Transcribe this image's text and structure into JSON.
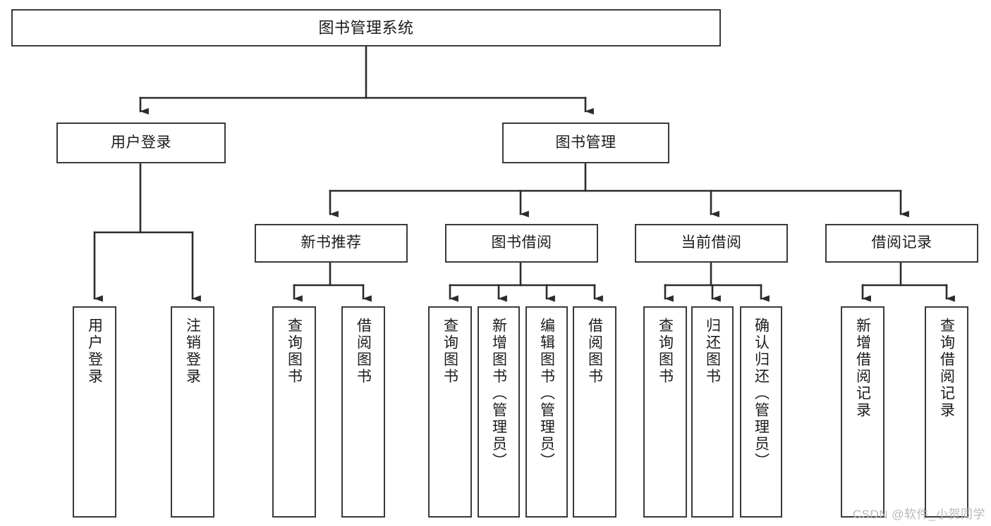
{
  "diagram": {
    "title": "图书管理系统",
    "watermark": "CSDN @软件_小贺同学",
    "colors": {
      "box_border": "#3a3a3a",
      "box_fill": "#ffffff",
      "edge": "#2b2b2b",
      "text": "#1b1b1b",
      "watermark": "#b9b9b9",
      "background": "#ffffff"
    },
    "nodes": {
      "root": {
        "label": "图书管理系统",
        "level": 1,
        "orientation": "horizontal"
      },
      "user_login": {
        "label": "用户登录",
        "level": 2,
        "orientation": "horizontal"
      },
      "book_manage": {
        "label": "图书管理",
        "level": 2,
        "orientation": "horizontal"
      },
      "new_book_rec": {
        "label": "新书推荐",
        "level": 3,
        "orientation": "horizontal"
      },
      "book_borrow": {
        "label": "图书借阅",
        "level": 3,
        "orientation": "horizontal"
      },
      "current_borrow": {
        "label": "当前借阅",
        "level": 3,
        "orientation": "horizontal"
      },
      "borrow_record": {
        "label": "借阅记录",
        "level": 3,
        "orientation": "horizontal"
      },
      "leaf_user_login": {
        "label": "用户登录",
        "level": 4,
        "orientation": "vertical"
      },
      "leaf_logout": {
        "label": "注销登录",
        "level": 4,
        "orientation": "vertical"
      },
      "leaf_query_book_1": {
        "label": "查询图书",
        "level": 4,
        "orientation": "vertical"
      },
      "leaf_borrow_book_1": {
        "label": "借阅图书",
        "level": 4,
        "orientation": "vertical"
      },
      "leaf_query_book_2": {
        "label": "查询图书",
        "level": 4,
        "orientation": "vertical"
      },
      "leaf_add_book": {
        "label": "新增图书（管理员）",
        "level": 4,
        "orientation": "vertical"
      },
      "leaf_edit_book": {
        "label": "编辑图书（管理员）",
        "level": 4,
        "orientation": "vertical"
      },
      "leaf_borrow_book_2": {
        "label": "借阅图书",
        "level": 4,
        "orientation": "vertical"
      },
      "leaf_query_book_3": {
        "label": "查询图书",
        "level": 4,
        "orientation": "vertical"
      },
      "leaf_return_book": {
        "label": "归还图书",
        "level": 4,
        "orientation": "vertical"
      },
      "leaf_confirm_return": {
        "label": "确认归还（管理员）",
        "level": 4,
        "orientation": "vertical"
      },
      "leaf_add_record": {
        "label": "新增借阅记录",
        "level": 4,
        "orientation": "vertical"
      },
      "leaf_query_record": {
        "label": "查询借阅记录",
        "level": 4,
        "orientation": "vertical"
      }
    },
    "edges": [
      {
        "from": "root",
        "to": "user_login"
      },
      {
        "from": "root",
        "to": "book_manage"
      },
      {
        "from": "user_login",
        "to": "leaf_user_login"
      },
      {
        "from": "user_login",
        "to": "leaf_logout"
      },
      {
        "from": "book_manage",
        "to": "new_book_rec"
      },
      {
        "from": "book_manage",
        "to": "book_borrow"
      },
      {
        "from": "book_manage",
        "to": "current_borrow"
      },
      {
        "from": "book_manage",
        "to": "borrow_record"
      },
      {
        "from": "new_book_rec",
        "to": "leaf_query_book_1"
      },
      {
        "from": "new_book_rec",
        "to": "leaf_borrow_book_1"
      },
      {
        "from": "book_borrow",
        "to": "leaf_query_book_2"
      },
      {
        "from": "book_borrow",
        "to": "leaf_add_book"
      },
      {
        "from": "book_borrow",
        "to": "leaf_edit_book"
      },
      {
        "from": "book_borrow",
        "to": "leaf_borrow_book_2"
      },
      {
        "from": "current_borrow",
        "to": "leaf_query_book_3"
      },
      {
        "from": "current_borrow",
        "to": "leaf_return_book"
      },
      {
        "from": "current_borrow",
        "to": "leaf_confirm_return"
      },
      {
        "from": "borrow_record",
        "to": "leaf_add_record"
      },
      {
        "from": "borrow_record",
        "to": "leaf_query_record"
      }
    ]
  }
}
